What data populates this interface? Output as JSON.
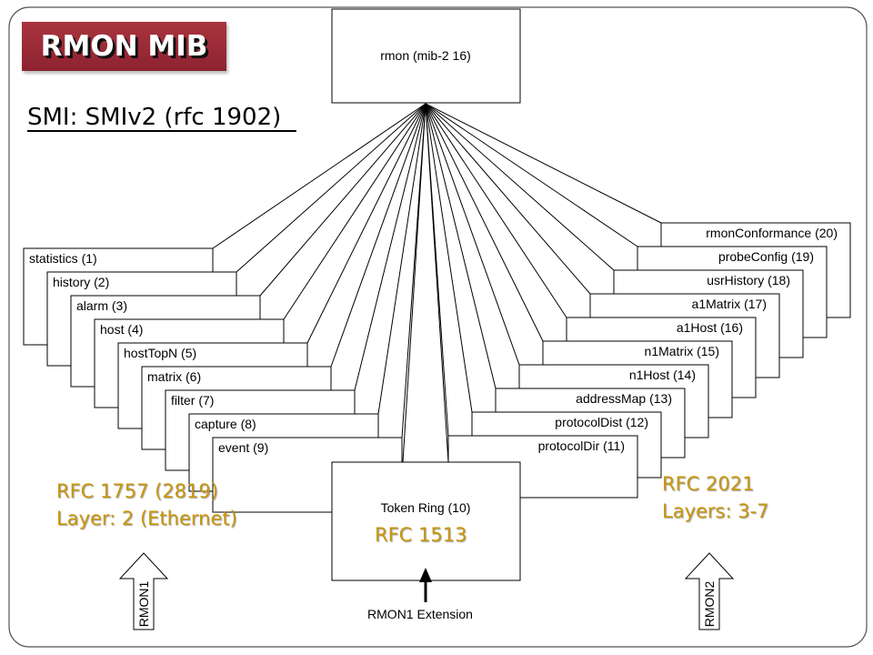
{
  "title": "RMON MIB",
  "smi": "SMI: SMIv2 (rfc 1902)  ",
  "root": "rmon (mib-2 16)",
  "left_groups": [
    "statistics (1)",
    "history (2)",
    "alarm (3)",
    "host (4)",
    "hostTopN (5)",
    "matrix (6)",
    "filter (7)",
    "capture (8)",
    "event (9)"
  ],
  "right_groups": [
    "rmonConformance (20)",
    "probeConfig (19)",
    "usrHistory (18)",
    "a1Matrix (17)",
    "a1Host (16)",
    "n1Matrix (15)",
    "n1Host (14)",
    "addressMap (13)",
    "protocolDist (12)",
    "protocolDir (11)"
  ],
  "center_group": "Token Ring (10)",
  "notes": {
    "rfc1757": "RFC 1757 (2819)",
    "layer2": "Layer: 2 (Ethernet)",
    "rfc1513": "RFC 1513",
    "rfc2021": "RFC 2021",
    "layers37": "Layers: 3-7"
  },
  "arrows": {
    "rmon1": "RMON1",
    "rmon2": "RMON2",
    "extension": "RMON1 Extension"
  },
  "colors": {
    "title_bg": "#9a2a36",
    "note_text": "#c8960a"
  }
}
